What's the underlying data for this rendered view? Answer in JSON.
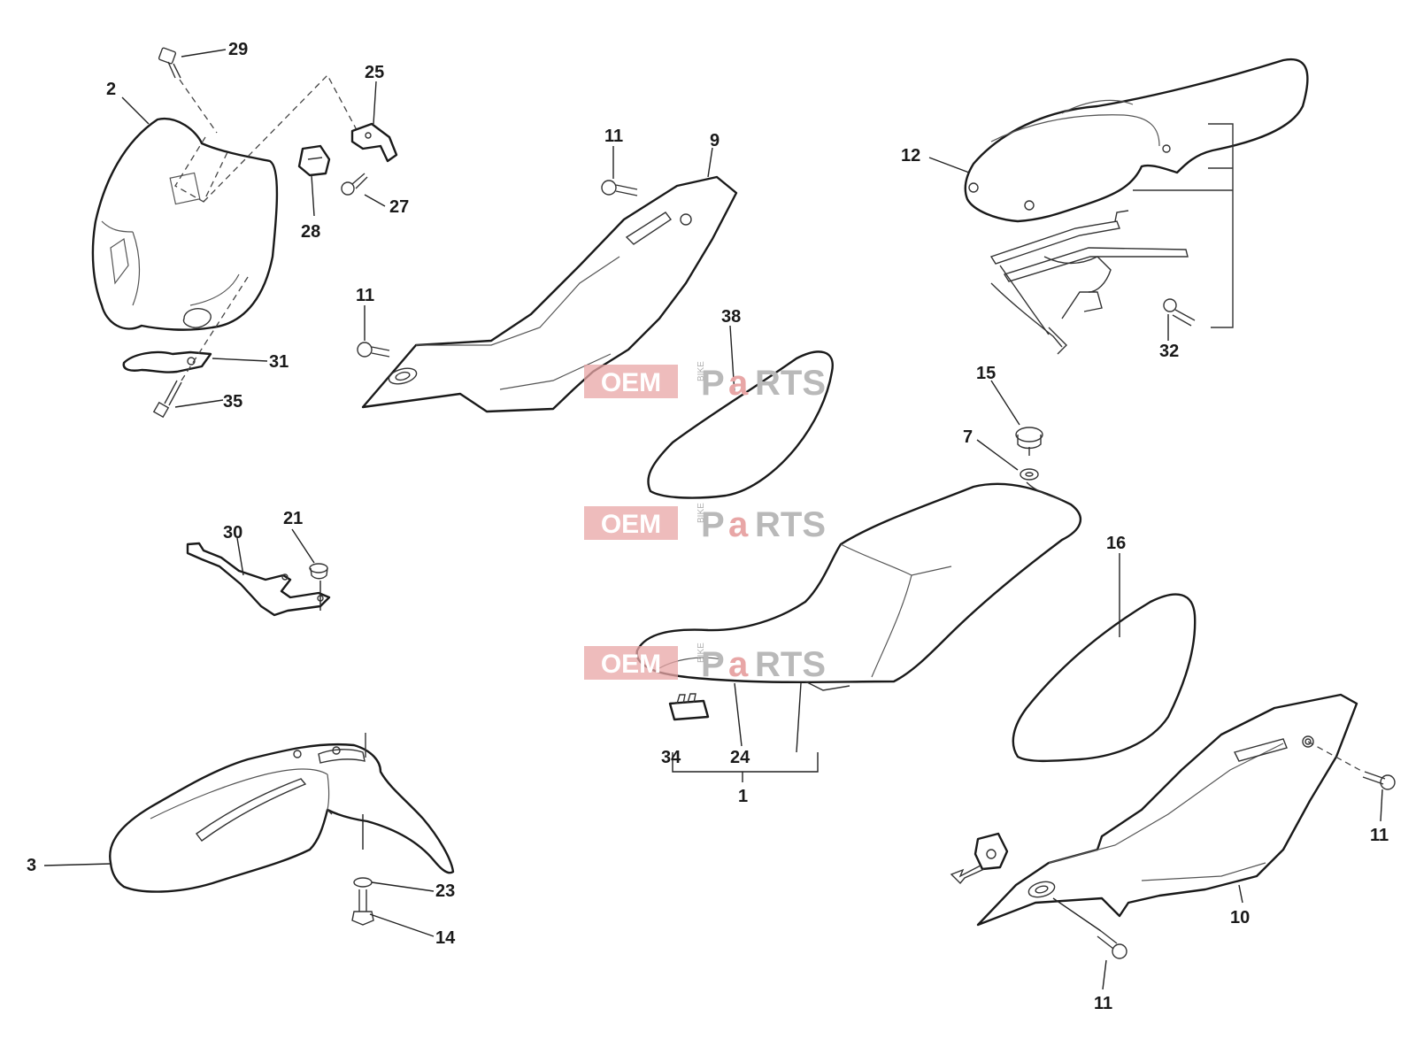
{
  "diagram": {
    "callouts": [
      "29",
      "2",
      "25",
      "28",
      "27",
      "31",
      "35",
      "11",
      "9",
      "11",
      "38",
      "12",
      "32",
      "15",
      "7",
      "30",
      "21",
      "16",
      "34",
      "24",
      "1",
      "3",
      "23",
      "14",
      "10",
      "11",
      "11"
    ],
    "watermark": {
      "oem": "OEM",
      "bike": "BIKE",
      "p": "P",
      "a": "a",
      "rts": "RTS",
      "color": "#e8a6a6"
    }
  }
}
